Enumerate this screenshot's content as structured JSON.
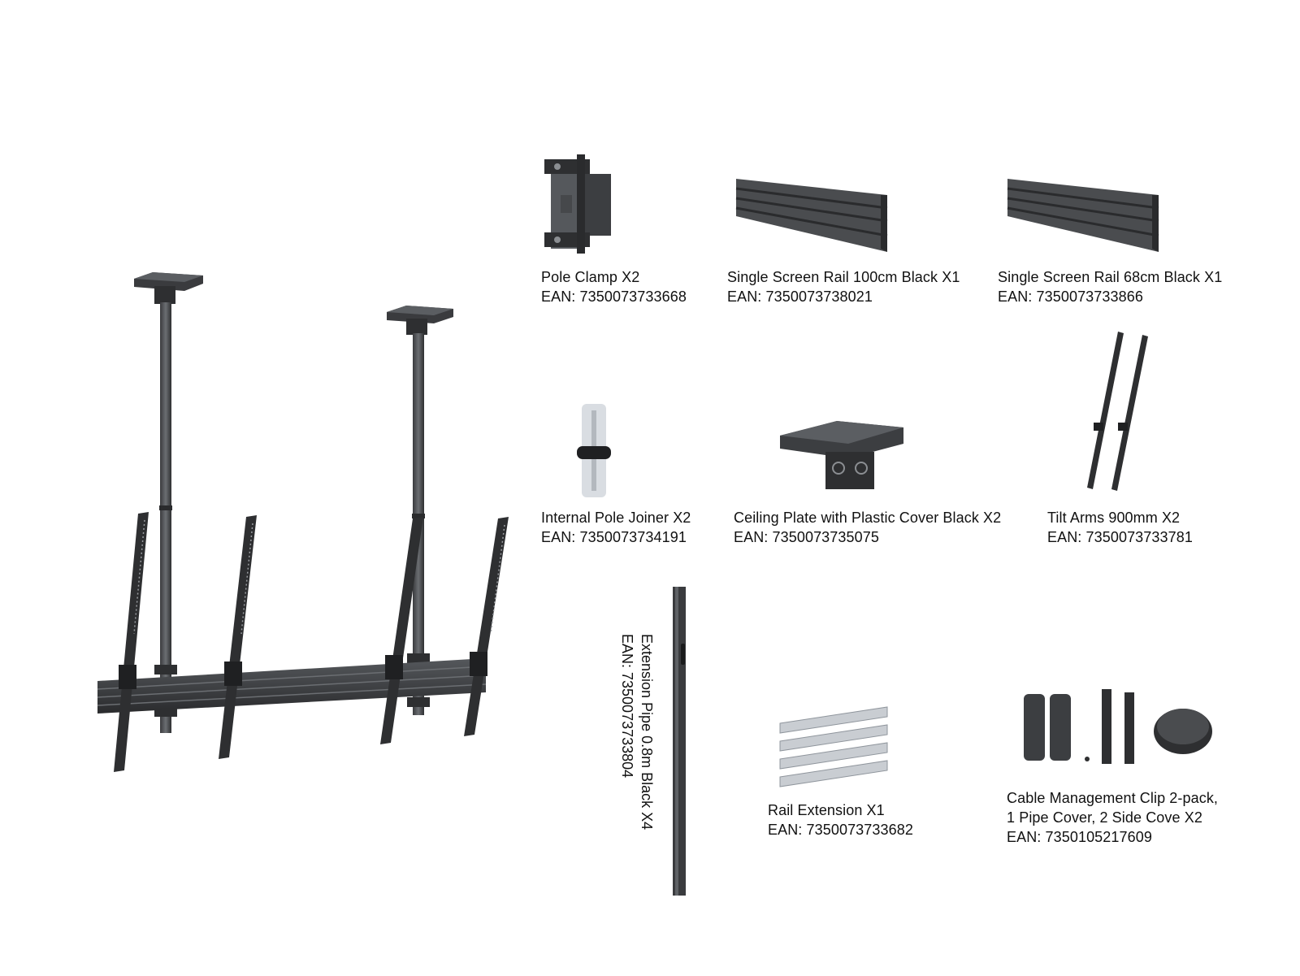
{
  "colors": {
    "metal_dark": "#2e2f31",
    "metal_mid": "#4a4c4f",
    "metal_light": "#6b6e72",
    "silver": "#c9cdd2",
    "text": "#111111"
  },
  "items": {
    "pole_clamp": {
      "name": "Pole Clamp X2",
      "ean": "EAN: 7350073733668"
    },
    "rail_100": {
      "name": "Single Screen Rail 100cm Black X1",
      "ean": "EAN: 7350073738021"
    },
    "rail_68": {
      "name": "Single Screen Rail 68cm Black X1",
      "ean": "EAN: 7350073733866"
    },
    "pole_joiner": {
      "name": "Internal Pole Joiner X2",
      "ean": "EAN: 7350073734191"
    },
    "ceiling_plate": {
      "name": "Ceiling Plate with Plastic Cover Black X2",
      "ean": "EAN: 7350073735075"
    },
    "tilt_arms": {
      "name": "Tilt Arms 900mm X2",
      "ean": "EAN: 7350073733781"
    },
    "extension_pipe": {
      "name": "Extension Pipe 0.8m Black X4",
      "ean": "EAN: 7350073733804"
    },
    "rail_extension": {
      "name": "Rail Extension X1",
      "ean": "EAN: 7350073733682"
    },
    "cable_clip": {
      "name_line1": "Cable Management Clip 2-pack,",
      "name_line2": "1 Pipe Cover, 2 Side Cove X2",
      "ean": "EAN: 7350105217609"
    }
  }
}
